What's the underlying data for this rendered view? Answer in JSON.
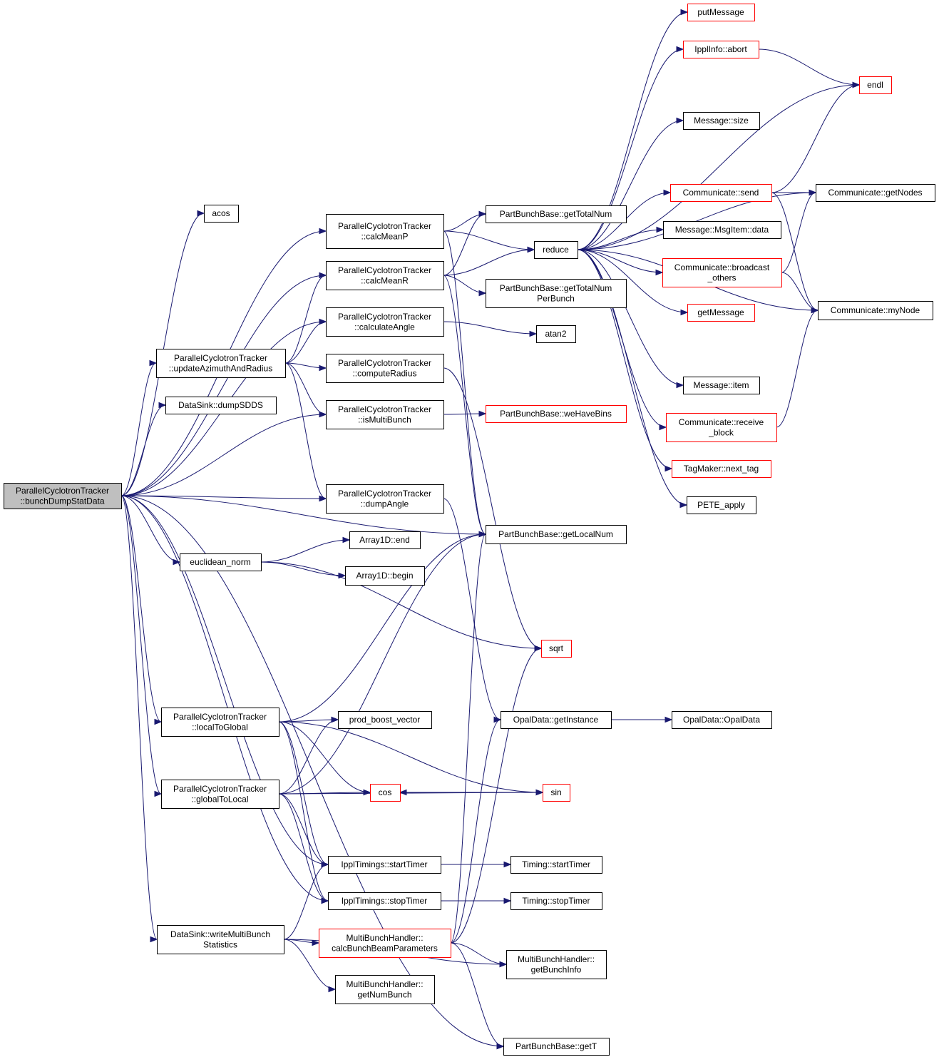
{
  "colors": {
    "edge": "#191970",
    "box_border": "#000000",
    "box_border_truncated": "#ff0000",
    "root_fill": "#bfbfbf",
    "background": "#ffffff"
  },
  "nodes": [
    {
      "id": "root",
      "lines": [
        "ParallelCyclotronTracker",
        "::bunchDumpStatData"
      ],
      "style": "root"
    },
    {
      "id": "acos",
      "lines": [
        "acos"
      ],
      "style": "normal"
    },
    {
      "id": "calcMeanP",
      "lines": [
        "ParallelCyclotronTracker",
        "::calcMeanP"
      ],
      "style": "normal"
    },
    {
      "id": "calcMeanR",
      "lines": [
        "ParallelCyclotronTracker",
        "::calcMeanR"
      ],
      "style": "normal"
    },
    {
      "id": "calculateAngle",
      "lines": [
        "ParallelCyclotronTracker",
        "::calculateAngle"
      ],
      "style": "normal"
    },
    {
      "id": "updateAzimuth",
      "lines": [
        "ParallelCyclotronTracker",
        "::updateAzimuthAndRadius"
      ],
      "style": "normal"
    },
    {
      "id": "computeRadius",
      "lines": [
        "ParallelCyclotronTracker",
        "::computeRadius"
      ],
      "style": "normal"
    },
    {
      "id": "dumpSDDS",
      "lines": [
        "DataSink::dumpSDDS"
      ],
      "style": "normal"
    },
    {
      "id": "isMultiBunch",
      "lines": [
        "ParallelCyclotronTracker",
        "::isMultiBunch"
      ],
      "style": "normal"
    },
    {
      "id": "dumpAngle",
      "lines": [
        "ParallelCyclotronTracker",
        "::dumpAngle"
      ],
      "style": "normal"
    },
    {
      "id": "euclidean",
      "lines": [
        "euclidean_norm"
      ],
      "style": "normal"
    },
    {
      "id": "a1end",
      "lines": [
        "Array1D::end"
      ],
      "style": "normal"
    },
    {
      "id": "a1begin",
      "lines": [
        "Array1D::begin"
      ],
      "style": "normal"
    },
    {
      "id": "localToGlobal",
      "lines": [
        "ParallelCyclotronTracker",
        "::localToGlobal"
      ],
      "style": "normal"
    },
    {
      "id": "prodBoost",
      "lines": [
        "prod_boost_vector"
      ],
      "style": "normal"
    },
    {
      "id": "globalToLocal",
      "lines": [
        "ParallelCyclotronTracker",
        "::globalToLocal"
      ],
      "style": "normal"
    },
    {
      "id": "cos",
      "lines": [
        "cos"
      ],
      "style": "truncated"
    },
    {
      "id": "sin",
      "lines": [
        "sin"
      ],
      "style": "truncated"
    },
    {
      "id": "ipplStart",
      "lines": [
        "IpplTimings::startTimer"
      ],
      "style": "normal"
    },
    {
      "id": "ipplStop",
      "lines": [
        "IpplTimings::stopTimer"
      ],
      "style": "normal"
    },
    {
      "id": "timingStart",
      "lines": [
        "Timing::startTimer"
      ],
      "style": "normal"
    },
    {
      "id": "timingStop",
      "lines": [
        "Timing::stopTimer"
      ],
      "style": "normal"
    },
    {
      "id": "writeMB",
      "lines": [
        "DataSink::writeMultiBunch",
        "Statistics"
      ],
      "style": "normal"
    },
    {
      "id": "calcBBP",
      "lines": [
        "MultiBunchHandler::",
        "calcBunchBeamParameters"
      ],
      "style": "truncated"
    },
    {
      "id": "getNumBunch",
      "lines": [
        "MultiBunchHandler::",
        "getNumBunch"
      ],
      "style": "normal"
    },
    {
      "id": "getBunchInfo",
      "lines": [
        "MultiBunchHandler::",
        "getBunchInfo"
      ],
      "style": "normal"
    },
    {
      "id": "getT",
      "lines": [
        "PartBunchBase::getT"
      ],
      "style": "normal"
    },
    {
      "id": "getTotalNum",
      "lines": [
        "PartBunchBase::getTotalNum"
      ],
      "style": "normal"
    },
    {
      "id": "reduce",
      "lines": [
        "reduce"
      ],
      "style": "normal"
    },
    {
      "id": "getTotalNumPB",
      "lines": [
        "PartBunchBase::getTotalNum",
        "PerBunch"
      ],
      "style": "normal"
    },
    {
      "id": "atan2",
      "lines": [
        "atan2"
      ],
      "style": "normal"
    },
    {
      "id": "weHaveBins",
      "lines": [
        "PartBunchBase::weHaveBins"
      ],
      "style": "truncated"
    },
    {
      "id": "getLocalNum",
      "lines": [
        "PartBunchBase::getLocalNum"
      ],
      "style": "normal"
    },
    {
      "id": "sqrt",
      "lines": [
        "sqrt"
      ],
      "style": "truncated"
    },
    {
      "id": "opalGetInstance",
      "lines": [
        "OpalData::getInstance"
      ],
      "style": "normal"
    },
    {
      "id": "opalData",
      "lines": [
        "OpalData::OpalData"
      ],
      "style": "normal"
    },
    {
      "id": "putMessage",
      "lines": [
        "putMessage"
      ],
      "style": "truncated"
    },
    {
      "id": "ipplAbort",
      "lines": [
        "IpplInfo::abort"
      ],
      "style": "truncated"
    },
    {
      "id": "endl",
      "lines": [
        "endl"
      ],
      "style": "truncated"
    },
    {
      "id": "msgSize",
      "lines": [
        "Message::size"
      ],
      "style": "normal"
    },
    {
      "id": "commSend",
      "lines": [
        "Communicate::send"
      ],
      "style": "truncated"
    },
    {
      "id": "commGetNodes",
      "lines": [
        "Communicate::getNodes"
      ],
      "style": "normal"
    },
    {
      "id": "msgItemData",
      "lines": [
        "Message::MsgItem::data"
      ],
      "style": "normal"
    },
    {
      "id": "commBroadcast",
      "lines": [
        "Communicate::broadcast",
        "_others"
      ],
      "style": "truncated"
    },
    {
      "id": "commMyNode",
      "lines": [
        "Communicate::myNode"
      ],
      "style": "normal"
    },
    {
      "id": "getMessage",
      "lines": [
        "getMessage"
      ],
      "style": "truncated"
    },
    {
      "id": "msgItem",
      "lines": [
        "Message::item"
      ],
      "style": "normal"
    },
    {
      "id": "commReceive",
      "lines": [
        "Communicate::receive",
        "_block"
      ],
      "style": "truncated"
    },
    {
      "id": "nextTag",
      "lines": [
        "TagMaker::next_tag"
      ],
      "style": "truncated"
    },
    {
      "id": "peteApply",
      "lines": [
        "PETE_apply"
      ],
      "style": "normal"
    }
  ],
  "edges": [
    [
      "root",
      "acos"
    ],
    [
      "root",
      "calcMeanP"
    ],
    [
      "root",
      "calcMeanR"
    ],
    [
      "root",
      "calculateAngle"
    ],
    [
      "root",
      "updateAzimuth"
    ],
    [
      "root",
      "dumpSDDS"
    ],
    [
      "root",
      "isMultiBunch"
    ],
    [
      "root",
      "dumpAngle"
    ],
    [
      "root",
      "getLocalNum"
    ],
    [
      "root",
      "euclidean"
    ],
    [
      "root",
      "localToGlobal"
    ],
    [
      "root",
      "globalToLocal"
    ],
    [
      "root",
      "ipplStart"
    ],
    [
      "root",
      "ipplStop"
    ],
    [
      "root",
      "writeMB"
    ],
    [
      "root",
      "getT"
    ],
    [
      "calcMeanP",
      "getTotalNum"
    ],
    [
      "calcMeanP",
      "reduce"
    ],
    [
      "calcMeanP",
      "getLocalNum"
    ],
    [
      "calcMeanR",
      "getTotalNum"
    ],
    [
      "calcMeanR",
      "reduce"
    ],
    [
      "calcMeanR",
      "getTotalNumPB"
    ],
    [
      "calcMeanR",
      "getLocalNum"
    ],
    [
      "calculateAngle",
      "atan2"
    ],
    [
      "updateAzimuth",
      "calcMeanR"
    ],
    [
      "updateAzimuth",
      "calculateAngle"
    ],
    [
      "updateAzimuth",
      "computeRadius"
    ],
    [
      "updateAzimuth",
      "isMultiBunch"
    ],
    [
      "updateAzimuth",
      "dumpAngle"
    ],
    [
      "computeRadius",
      "sqrt"
    ],
    [
      "isMultiBunch",
      "weHaveBins"
    ],
    [
      "dumpAngle",
      "opalGetInstance"
    ],
    [
      "euclidean",
      "a1end"
    ],
    [
      "euclidean",
      "a1begin"
    ],
    [
      "euclidean",
      "sqrt"
    ],
    [
      "localToGlobal",
      "getLocalNum"
    ],
    [
      "localToGlobal",
      "prodBoost"
    ],
    [
      "localToGlobal",
      "cos"
    ],
    [
      "localToGlobal",
      "sin"
    ],
    [
      "localToGlobal",
      "ipplStart"
    ],
    [
      "localToGlobal",
      "ipplStop"
    ],
    [
      "globalToLocal",
      "prodBoost"
    ],
    [
      "globalToLocal",
      "getLocalNum"
    ],
    [
      "globalToLocal",
      "cos"
    ],
    [
      "globalToLocal",
      "sin"
    ],
    [
      "globalToLocal",
      "ipplStart"
    ],
    [
      "globalToLocal",
      "ipplStop"
    ],
    [
      "cos",
      "sin"
    ],
    [
      "sin",
      "cos"
    ],
    [
      "ipplStart",
      "timingStart"
    ],
    [
      "ipplStop",
      "timingStop"
    ],
    [
      "writeMB",
      "ipplStart"
    ],
    [
      "writeMB",
      "calcBBP"
    ],
    [
      "writeMB",
      "getNumBunch"
    ],
    [
      "writeMB",
      "getBunchInfo"
    ],
    [
      "calcBBP",
      "getLocalNum"
    ],
    [
      "calcBBP",
      "sqrt"
    ],
    [
      "calcBBP",
      "opalGetInstance"
    ],
    [
      "calcBBP",
      "getBunchInfo"
    ],
    [
      "calcBBP",
      "getT"
    ],
    [
      "opalGetInstance",
      "opalData"
    ],
    [
      "reduce",
      "putMessage"
    ],
    [
      "reduce",
      "ipplAbort"
    ],
    [
      "reduce",
      "endl"
    ],
    [
      "reduce",
      "msgSize"
    ],
    [
      "reduce",
      "commSend"
    ],
    [
      "reduce",
      "commGetNodes"
    ],
    [
      "reduce",
      "msgItemData"
    ],
    [
      "reduce",
      "commBroadcast"
    ],
    [
      "reduce",
      "getMessage"
    ],
    [
      "reduce",
      "commMyNode"
    ],
    [
      "reduce",
      "msgItem"
    ],
    [
      "reduce",
      "commReceive"
    ],
    [
      "reduce",
      "nextTag"
    ],
    [
      "reduce",
      "peteApply"
    ],
    [
      "ipplAbort",
      "endl"
    ],
    [
      "commSend",
      "endl"
    ],
    [
      "commSend",
      "commGetNodes"
    ],
    [
      "commSend",
      "commMyNode"
    ],
    [
      "commBroadcast",
      "commGetNodes"
    ],
    [
      "commBroadcast",
      "commMyNode"
    ],
    [
      "commReceive",
      "commMyNode"
    ]
  ]
}
